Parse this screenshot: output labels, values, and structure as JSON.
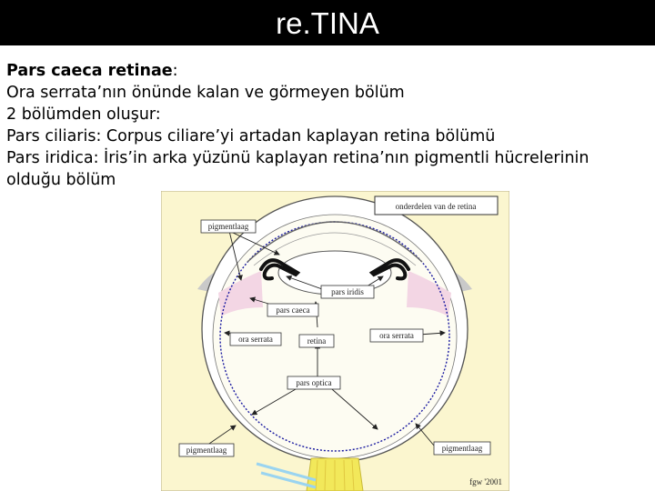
{
  "slide": {
    "title": "re.TINA"
  },
  "content": {
    "heading_bold": "Pars caeca retinae",
    "heading_colon": ":",
    "lines": [
      "Ora serrata’nın önünde kalan ve görmeyen bölüm",
      "2 bölümden oluşur:",
      "Pars ciliaris: Corpus ciliare’yi artadan kaplayan retina bölümü",
      "Pars iridica: İris’in arka yüzünü kaplayan retina’nın pigmentli hücrelerinin",
      "olduğu bölüm"
    ]
  },
  "figure": {
    "header_label": "onderdelen van de retina",
    "labels": {
      "pigmentlaag_top": "pigmentlaag",
      "pars_iridis": "pars iridis",
      "pars_caeca": "pars caeca",
      "ora_serrata_left": "ora serrata",
      "retina": "retina",
      "ora_serrata_right": "ora serrata",
      "pars_optica": "pars optica",
      "pigmentlaag_bottom_left": "pigmentlaag",
      "pigmentlaag_bottom_right": "pigmentlaag"
    },
    "credit": "fgw '2001",
    "colors": {
      "background": "#fbf6cf",
      "sclera": "#ffffff",
      "retina_line": "#1a1aa0",
      "iris": "#111111",
      "nerve": "#f2e85a",
      "blush": "#f3d6e4"
    }
  }
}
